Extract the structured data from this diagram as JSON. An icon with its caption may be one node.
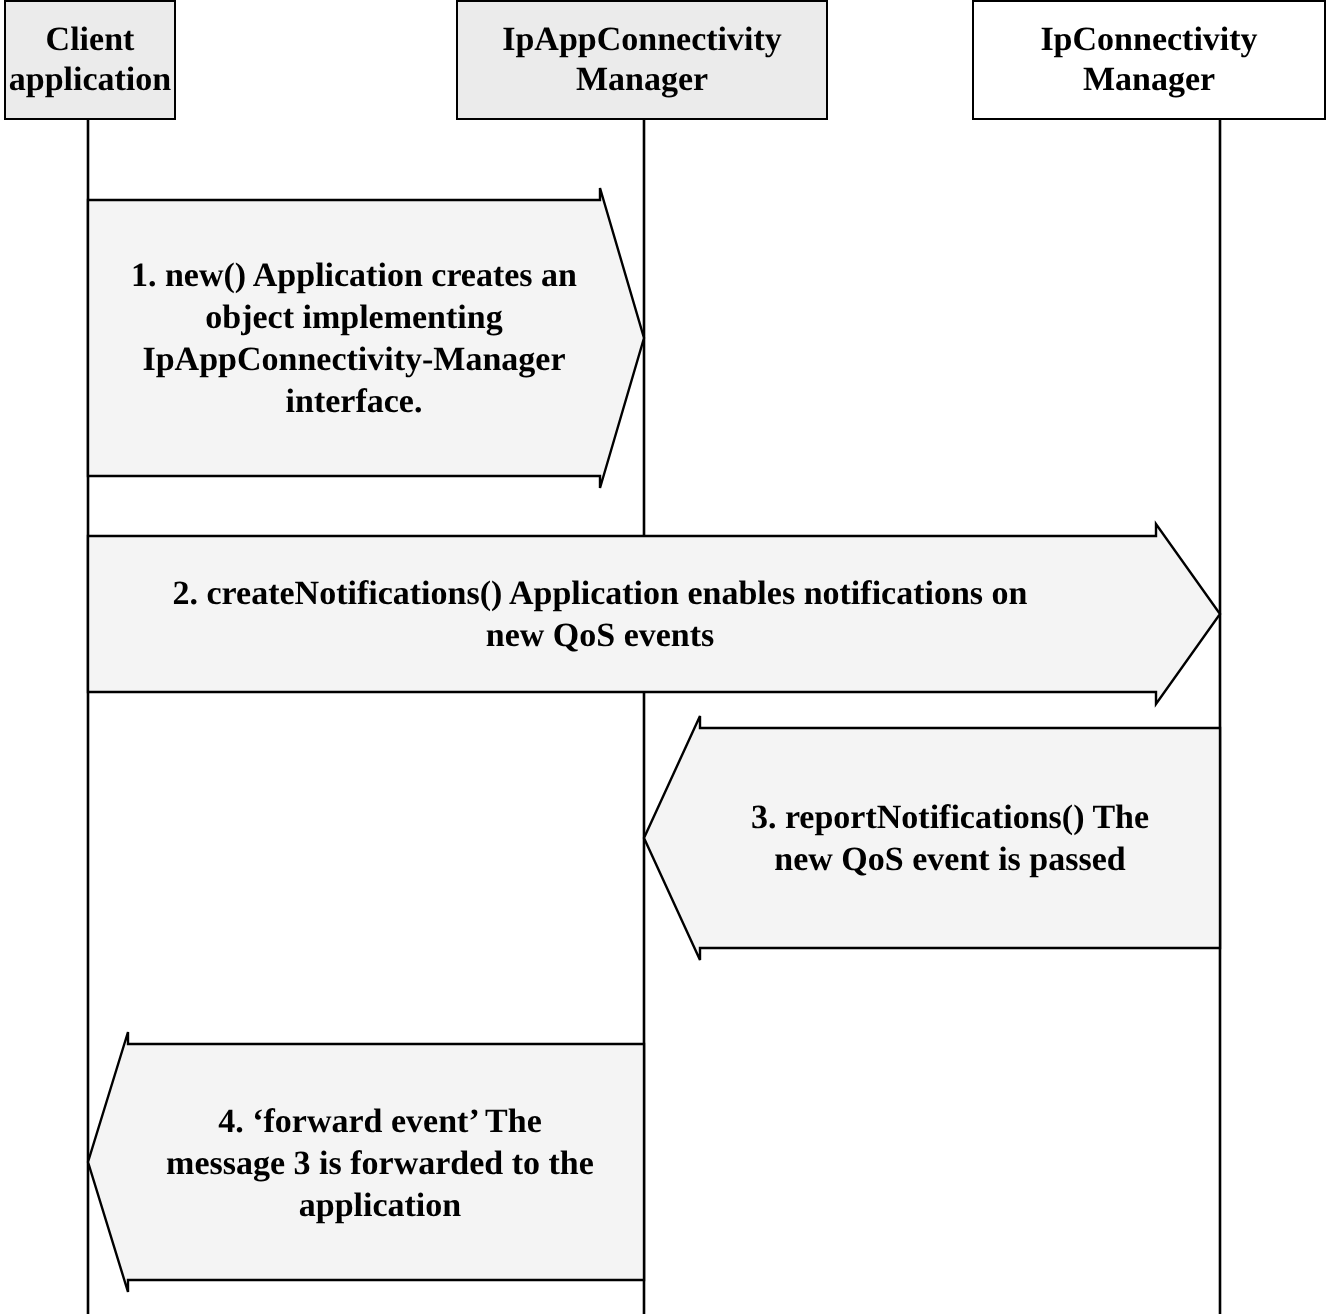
{
  "diagram": {
    "nodes": [
      {
        "text": [
          "Client application"
        ]
      },
      {
        "text": [
          "IpAppConnectivity Manager"
        ]
      },
      {
        "text": [
          "IpConnectivity Manager"
        ]
      }
    ],
    "edges": [
      {
        "from": 0,
        "to": 1,
        "arrow": "to",
        "label": "1. new() Application creates an object implementing IpAppConnectivity-Manager interface."
      },
      {
        "from": 0,
        "to": 2,
        "arrow": "to",
        "label": "2. createNotifications() Application enables notifications on new QoS events"
      },
      {
        "from": 2,
        "to": 1,
        "arrow": "to",
        "label": "3. reportNotifications() The new QoS event is passed"
      },
      {
        "from": 1,
        "to": 0,
        "arrow": "to",
        "label": "4. ‘forward event’ The message 3 is forwarded to the application"
      }
    ]
  }
}
